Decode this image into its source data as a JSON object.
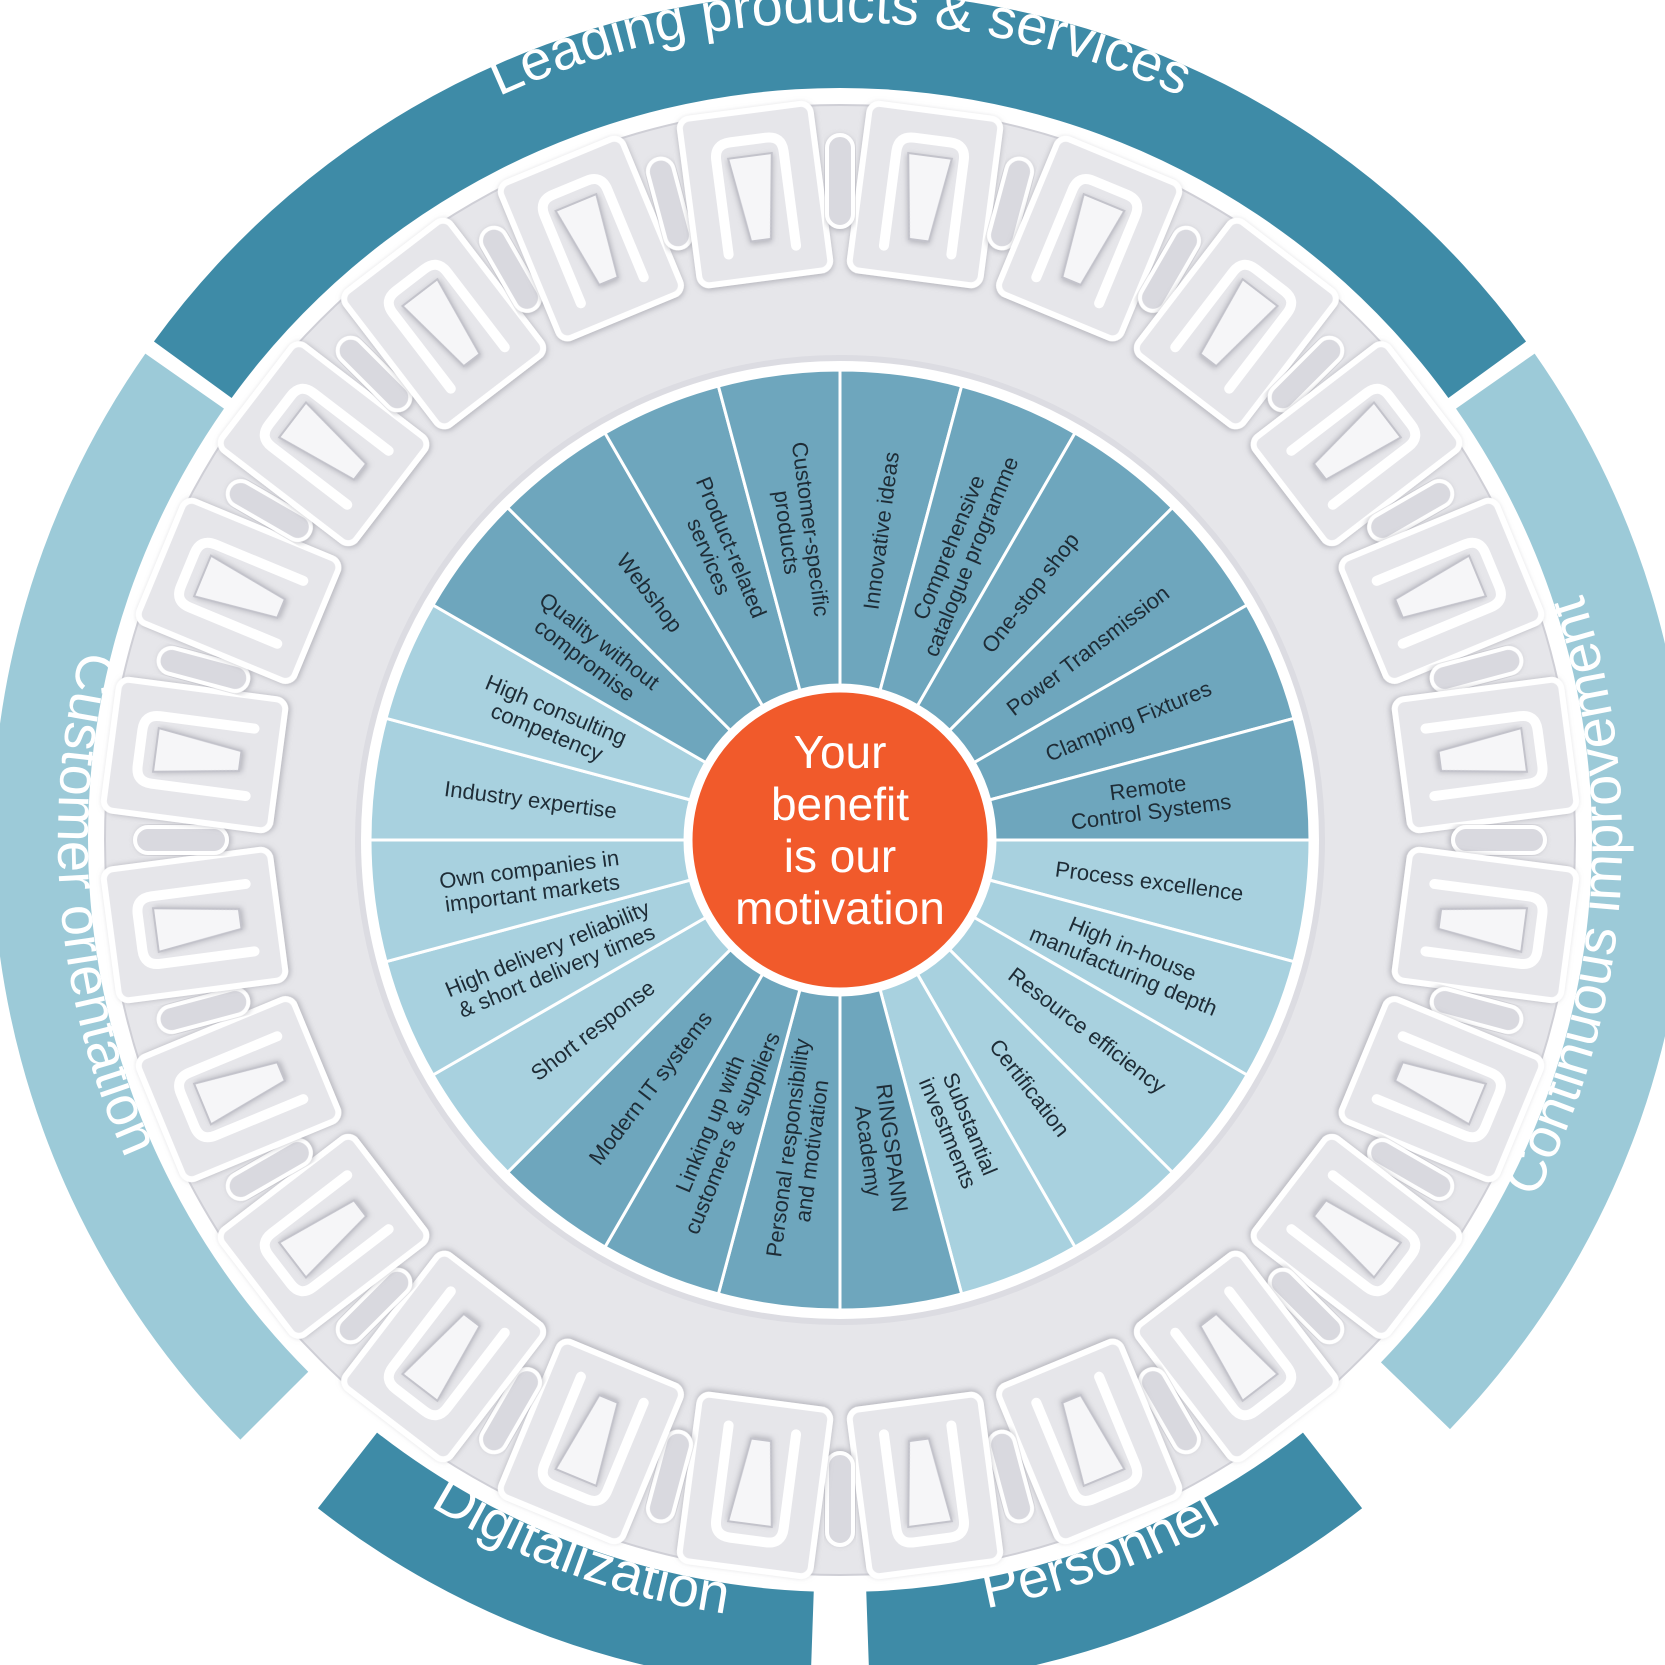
{
  "center": {
    "lines": [
      "Your",
      "benefit",
      "is our",
      "motivation"
    ],
    "color": "#f15a2b"
  },
  "colors": {
    "dark_segment": "#6ea6bd",
    "light_segment": "#a8d1df",
    "dark_ring": "#3e8ba7",
    "light_ring": "#9ccad8",
    "gear_body": "#e6e6ea",
    "gear_slot": "#f6f6f8",
    "text": "#1e2c36"
  },
  "outer_ring": [
    {
      "label": "Leading products & services",
      "tone": "dark"
    },
    {
      "label": "Continuous improvement",
      "tone": "light"
    },
    {
      "label": "Personnel",
      "tone": "dark"
    },
    {
      "label": "Digitalization",
      "tone": "dark"
    },
    {
      "label": "Customer orientation",
      "tone": "light"
    }
  ],
  "segments": [
    {
      "lines": [
        "Innovative ideas"
      ],
      "tone": "dark"
    },
    {
      "lines": [
        "Comprehensive",
        "catalogue programme"
      ],
      "tone": "dark"
    },
    {
      "lines": [
        "One-stop shop"
      ],
      "tone": "dark"
    },
    {
      "lines": [
        "Power Transmission"
      ],
      "tone": "dark"
    },
    {
      "lines": [
        "Clamping Fixtures"
      ],
      "tone": "dark"
    },
    {
      "lines": [
        "Remote",
        "Control Systems"
      ],
      "tone": "dark"
    },
    {
      "lines": [
        "Process excellence"
      ],
      "tone": "light"
    },
    {
      "lines": [
        "High in-house",
        "manufacturing depth"
      ],
      "tone": "light"
    },
    {
      "lines": [
        "Resource efficiency"
      ],
      "tone": "light"
    },
    {
      "lines": [
        "Certification"
      ],
      "tone": "light"
    },
    {
      "lines": [
        "Substantial",
        "investments"
      ],
      "tone": "light"
    },
    {
      "lines": [
        "RINGSPANN",
        "Academy"
      ],
      "tone": "dark"
    },
    {
      "lines": [
        "Personal responsibility",
        "and motivation"
      ],
      "tone": "dark"
    },
    {
      "lines": [
        "Linking up with",
        "customers & suppliers"
      ],
      "tone": "dark"
    },
    {
      "lines": [
        "Modern IT systems"
      ],
      "tone": "dark"
    },
    {
      "lines": [
        "Short response"
      ],
      "tone": "light"
    },
    {
      "lines": [
        "High delivery reliability",
        "& short delivery times"
      ],
      "tone": "light"
    },
    {
      "lines": [
        "Own companies in",
        "important markets"
      ],
      "tone": "light"
    },
    {
      "lines": [
        "Industry expertise"
      ],
      "tone": "light"
    },
    {
      "lines": [
        "High consulting",
        "competency"
      ],
      "tone": "light"
    },
    {
      "lines": [
        "Quality without",
        "compromise"
      ],
      "tone": "dark"
    },
    {
      "lines": [
        "Webshop"
      ],
      "tone": "dark"
    },
    {
      "lines": [
        "Product-related",
        "services"
      ],
      "tone": "dark"
    },
    {
      "lines": [
        "Customer-specific",
        "products"
      ],
      "tone": "dark"
    }
  ]
}
